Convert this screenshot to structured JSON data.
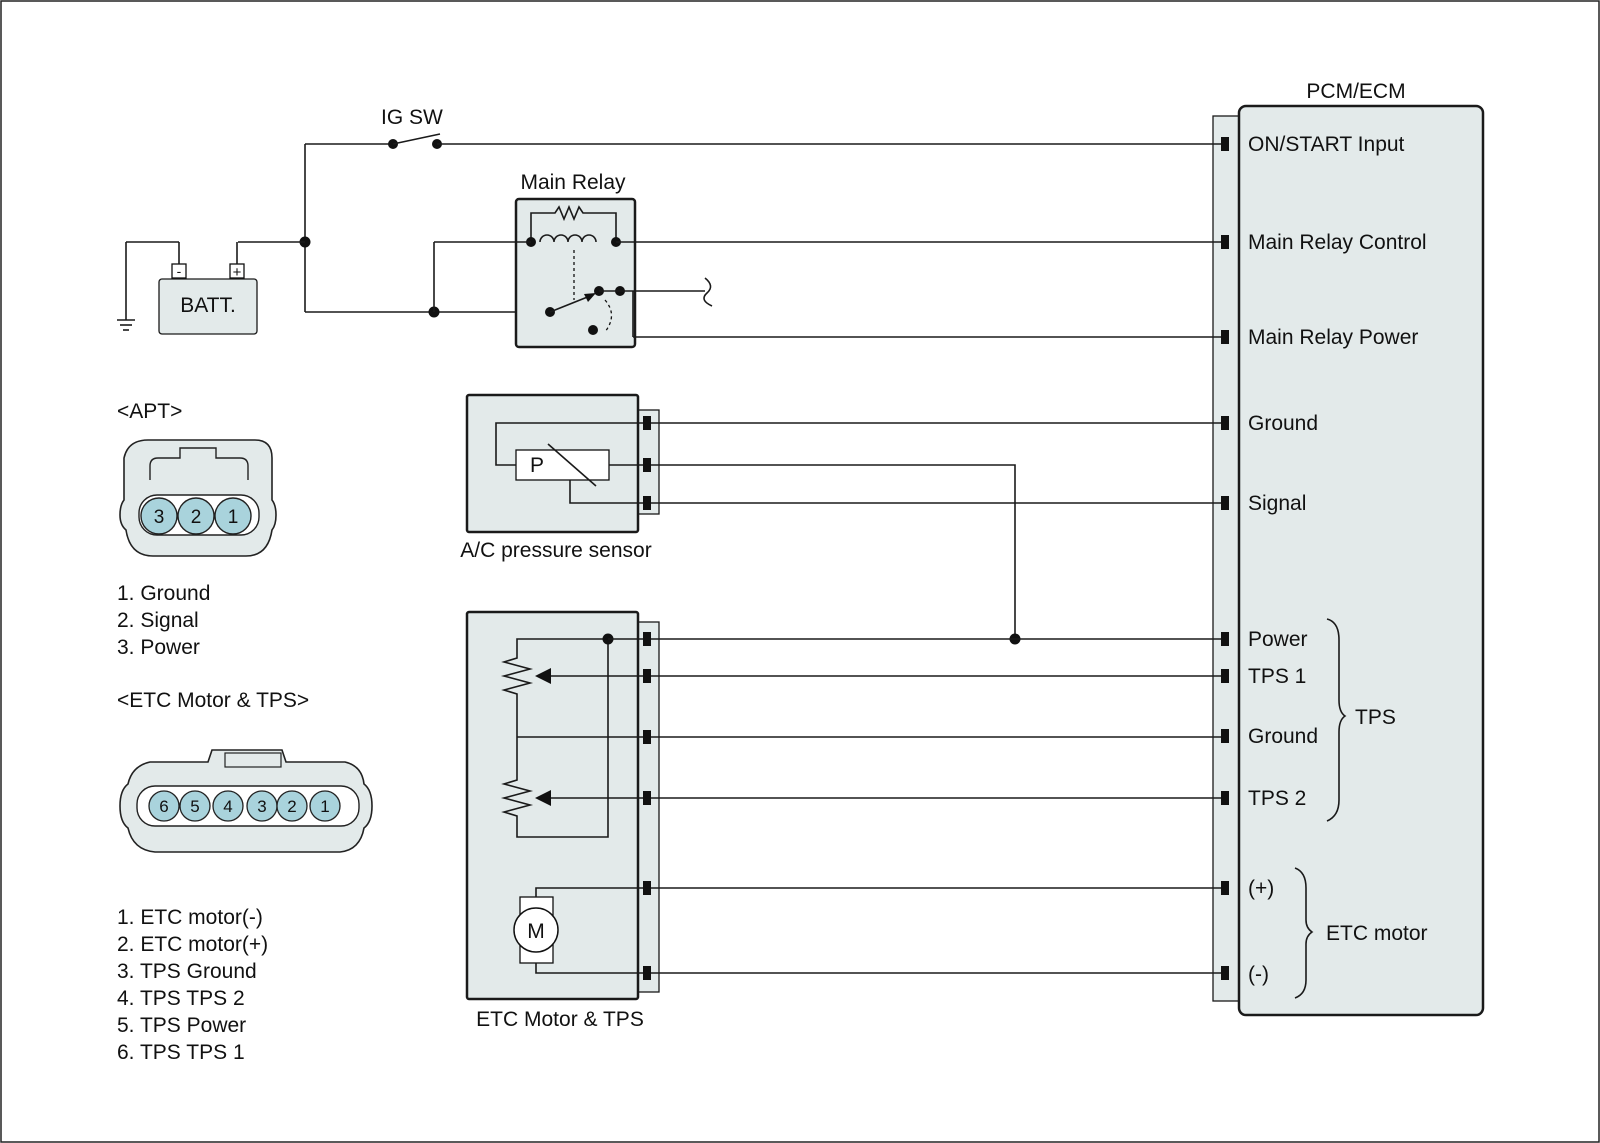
{
  "ecm": {
    "title": "PCM/ECM",
    "pins": {
      "on_start": "ON/START Input",
      "main_relay_control": "Main Relay Control",
      "main_relay_power": "Main Relay Power",
      "ground_apt": "Ground",
      "signal_apt": "Signal",
      "power_tps": "Power",
      "tps1": "TPS 1",
      "ground_tps": "Ground",
      "tps2": "TPS 2",
      "motor_plus": "(+)",
      "motor_minus": "(-)"
    },
    "groups": {
      "tps": "TPS",
      "etc_motor": "ETC motor"
    }
  },
  "components": {
    "ig_sw": "IG SW",
    "main_relay": "Main Relay",
    "battery": "BATT.",
    "battery_minus": "-",
    "battery_plus": "+",
    "ac_sensor": "A/C pressure sensor",
    "ac_sensor_element": "P",
    "etc_module": "ETC Motor & TPS",
    "motor_symbol": "M"
  },
  "connectors": {
    "apt": {
      "title": "<APT>",
      "pin_numbers": [
        "3",
        "2",
        "1"
      ],
      "legend": [
        "1. Ground",
        "2. Signal",
        "3. Power"
      ]
    },
    "etc": {
      "title": "<ETC Motor & TPS>",
      "pin_numbers": [
        "6",
        "5",
        "4",
        "3",
        "2",
        "1"
      ],
      "legend": [
        "1. ETC motor(-)",
        "2. ETC motor(+)",
        "3. TPS Ground",
        "4. TPS TPS 2",
        "5. TPS Power",
        "6. TPS TPS 1"
      ]
    }
  },
  "colors": {
    "component_fill": "#e3eaea",
    "pin_fill": "#a9d3dc",
    "line": "#1a1a1a"
  }
}
